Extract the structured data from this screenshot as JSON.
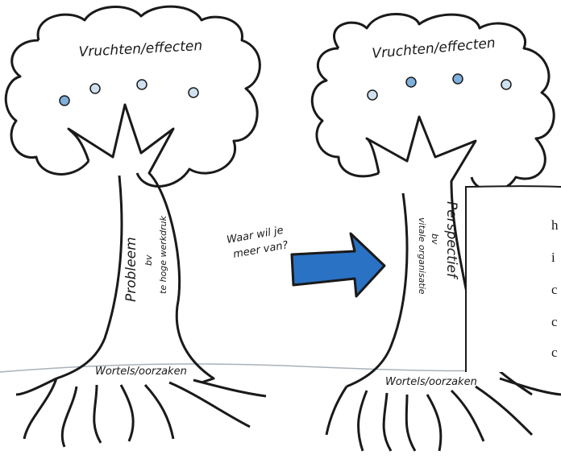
{
  "left_tree": {
    "crown_label": "Vruchten/effecten",
    "trunk_label": "Probleem",
    "trunk_sub_1": "bv",
    "trunk_sub_2": "te hoge werkdruk",
    "roots_label": "Wortels/oorzaken"
  },
  "right_tree": {
    "crown_label": "Vruchten/effecten",
    "trunk_label": "Perspectief",
    "trunk_sub_1": "bv",
    "trunk_sub_2": "vitale organisatie",
    "roots_label": "Wortels/oorzaken"
  },
  "middle": {
    "question_line_1": "Waar wil je",
    "question_line_2": "meer van?"
  },
  "edge_text": [
    "h",
    "i",
    "c",
    "c",
    "c"
  ],
  "colors": {
    "ink": "#1a1a1a",
    "arrow_fill": "#2a72c4",
    "fruit_blue": "#7fb0dd",
    "ground_line": "#a9b1b8"
  }
}
